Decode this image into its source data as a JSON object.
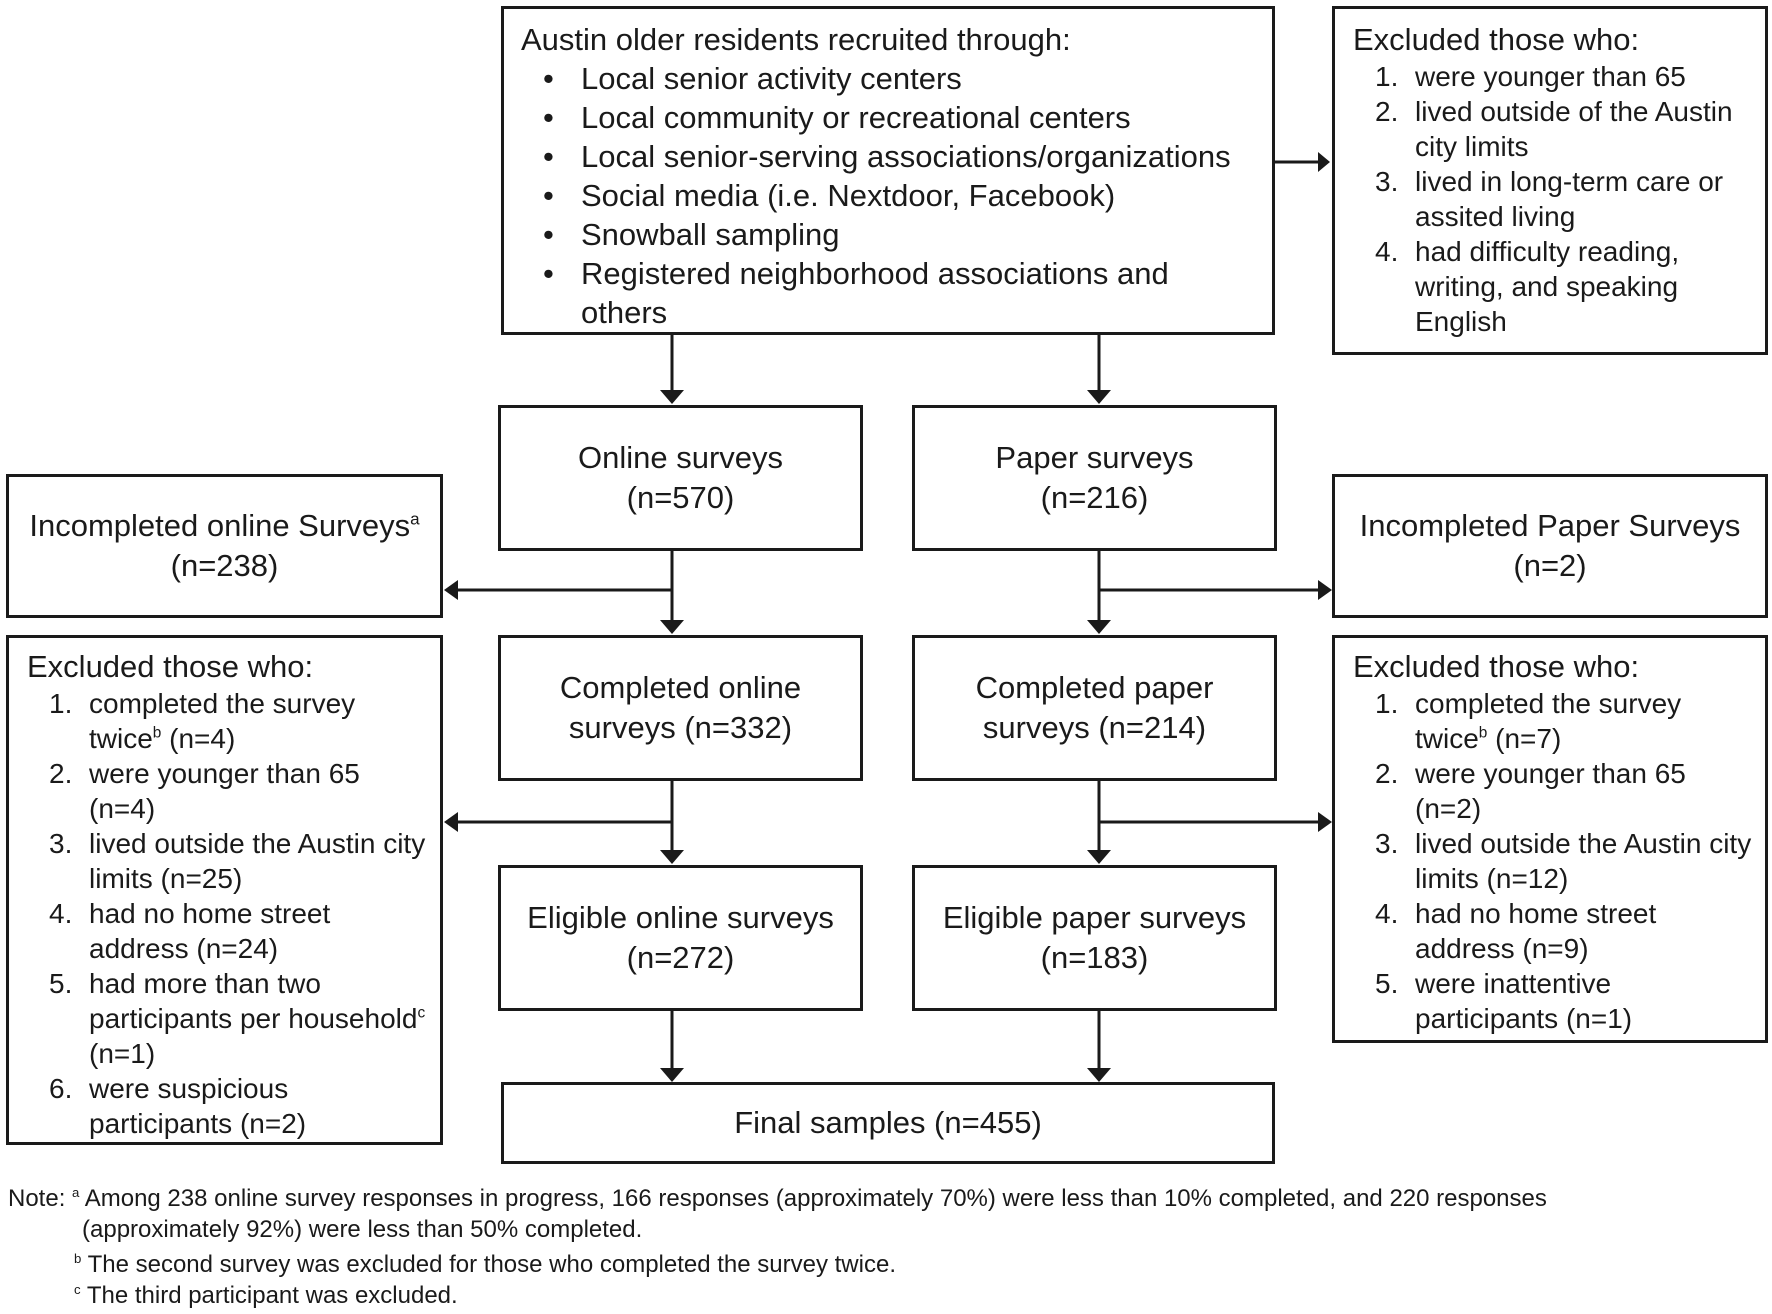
{
  "recruit": {
    "title": "Austin older residents recruited through:",
    "items": [
      "Local senior activity centers",
      "Local community or recreational centers",
      "Local senior-serving associations/organizations",
      "Social media (i.e. Nextdoor, Facebook)",
      "Snowball sampling",
      "Registered neighborhood associations and others"
    ]
  },
  "excluded_top": {
    "title": "Excluded those who:",
    "items": [
      {
        "n": "1.",
        "text": "were younger than 65"
      },
      {
        "n": "2.",
        "text": "lived outside of the Austin city limits"
      },
      {
        "n": "3.",
        "text": "lived in long-term care or assited living"
      },
      {
        "n": "4.",
        "text": "had difficulty reading, writing, and speaking English"
      }
    ]
  },
  "online": {
    "label": "Online surveys",
    "n": "(n=570)"
  },
  "paper": {
    "label": "Paper surveys",
    "n": "(n=216)"
  },
  "incomplete_online": {
    "label": "Incompleted online Surveys",
    "sup": "a",
    "n": "(n=238)"
  },
  "incomplete_paper": {
    "label": "Incompleted Paper Surveys",
    "n": "(n=2)"
  },
  "completed_online": {
    "line1": "Completed online",
    "line2": "surveys (n=332)"
  },
  "completed_paper": {
    "line1": "Completed paper",
    "line2": "surveys (n=214)"
  },
  "excluded_online": {
    "title": "Excluded those who:",
    "items": [
      {
        "n": "1.",
        "a": "completed the survey twice",
        "sup": "b",
        "b": " (n=4)"
      },
      {
        "n": "2.",
        "a": "were younger than 65 (n=4)",
        "sup": "",
        "b": ""
      },
      {
        "n": "3.",
        "a": "lived outside the Austin city limits (n=25)",
        "sup": "",
        "b": ""
      },
      {
        "n": "4.",
        "a": "had no home street address (n=24)",
        "sup": "",
        "b": ""
      },
      {
        "n": "5.",
        "a": "had more than two participants per household",
        "sup": "c",
        "b": " (n=1)"
      },
      {
        "n": "6.",
        "a": "were suspicious participants (n=2)",
        "sup": "",
        "b": ""
      }
    ]
  },
  "excluded_paper": {
    "title": "Excluded those who:",
    "items": [
      {
        "n": "1.",
        "a": "completed the survey twice",
        "sup": "b",
        "b": " (n=7)"
      },
      {
        "n": "2.",
        "a": "were younger than 65 (n=2)",
        "sup": "",
        "b": ""
      },
      {
        "n": "3.",
        "a": "lived outside the Austin city limits (n=12)",
        "sup": "",
        "b": ""
      },
      {
        "n": "4.",
        "a": "had no home street address (n=9)",
        "sup": "",
        "b": ""
      },
      {
        "n": "5.",
        "a": "were inattentive participants (n=1)",
        "sup": "",
        "b": ""
      }
    ]
  },
  "eligible_online": {
    "label": "Eligible online surveys",
    "n": "(n=272)"
  },
  "eligible_paper": {
    "label": "Eligible paper surveys",
    "n": "(n=183)"
  },
  "final": {
    "label": "Final samples (n=455)"
  },
  "notes": {
    "prefix": "Note: ",
    "a_sup": "a",
    "a_text1": " Among 238 online survey responses in progress, 166 responses (approximately 70%) were less than 10% completed, and 220 responses",
    "a_text2": "(approximately 92%) were less than 50% completed.",
    "b_sup": "b",
    "b_text": " The second survey was excluded for those who completed the survey twice.",
    "c_sup": "c",
    "c_text": " The third participant was excluded."
  }
}
